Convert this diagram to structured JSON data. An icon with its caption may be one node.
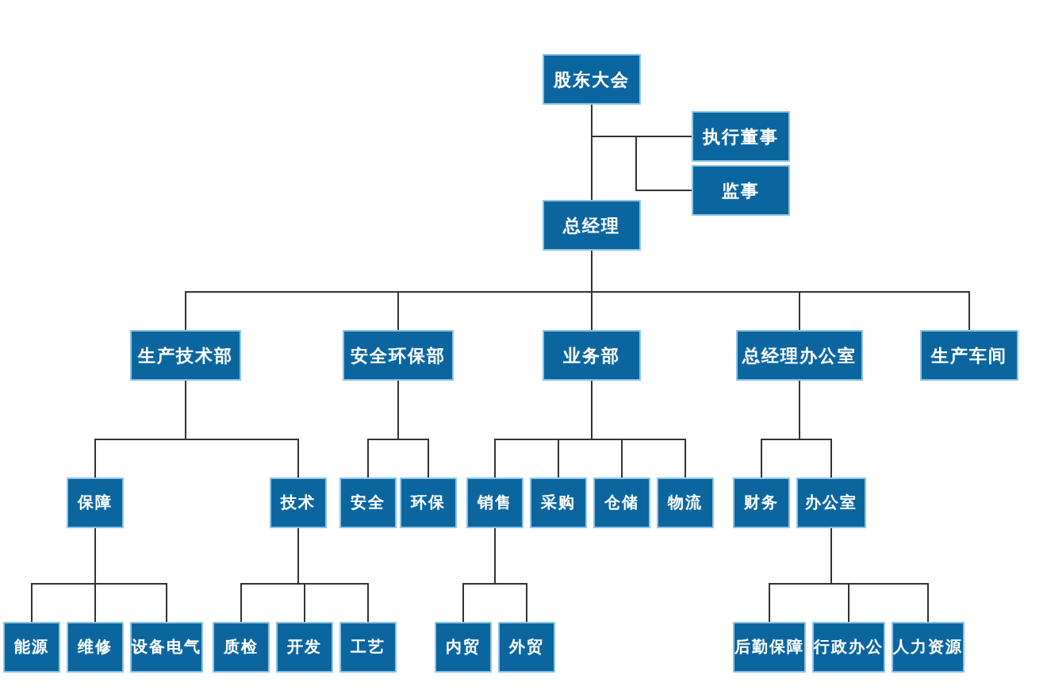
{
  "diagram": {
    "nodes": [
      {
        "text": [
          "股东大会"
        ]
      },
      {
        "text": [
          "执行董事"
        ]
      },
      {
        "text": [
          "监事"
        ]
      },
      {
        "text": [
          "总经理"
        ]
      },
      {
        "text": [
          "生产技术部"
        ]
      },
      {
        "text": [
          "安全环保部"
        ]
      },
      {
        "text": [
          "业务部"
        ]
      },
      {
        "text": [
          "总经理办公室"
        ]
      },
      {
        "text": [
          "生产车间"
        ]
      },
      {
        "text": [
          "保障"
        ]
      },
      {
        "text": [
          "技术"
        ]
      },
      {
        "text": [
          "安全"
        ]
      },
      {
        "text": [
          "环保"
        ]
      },
      {
        "text": [
          "销售"
        ]
      },
      {
        "text": [
          "采购"
        ]
      },
      {
        "text": [
          "仓储"
        ]
      },
      {
        "text": [
          "物流"
        ]
      },
      {
        "text": [
          "财务"
        ]
      },
      {
        "text": [
          "办公室"
        ]
      },
      {
        "text": [
          "能源"
        ]
      },
      {
        "text": [
          "维修"
        ]
      },
      {
        "text": [
          "设备电气"
        ]
      },
      {
        "text": [
          "质检"
        ]
      },
      {
        "text": [
          "开发"
        ]
      },
      {
        "text": [
          "工艺"
        ]
      },
      {
        "text": [
          "内贸"
        ]
      },
      {
        "text": [
          "外贸"
        ]
      },
      {
        "text": [
          "后勤保障"
        ]
      },
      {
        "text": [
          "行政办公"
        ]
      },
      {
        "text": [
          "人力资源"
        ]
      }
    ],
    "edges": [
      {
        "from": 0,
        "to": 3,
        "arrow": "none"
      },
      {
        "from": 0,
        "to": 1,
        "arrow": "none"
      },
      {
        "from": 0,
        "to": 2,
        "arrow": "none"
      },
      {
        "from": 3,
        "to": 4,
        "arrow": "none"
      },
      {
        "from": 3,
        "to": 5,
        "arrow": "none"
      },
      {
        "from": 3,
        "to": 6,
        "arrow": "none"
      },
      {
        "from": 3,
        "to": 7,
        "arrow": "none"
      },
      {
        "from": 3,
        "to": 8,
        "arrow": "none"
      },
      {
        "from": 4,
        "to": 9,
        "arrow": "none"
      },
      {
        "from": 4,
        "to": 10,
        "arrow": "none"
      },
      {
        "from": 5,
        "to": 11,
        "arrow": "none"
      },
      {
        "from": 5,
        "to": 12,
        "arrow": "none"
      },
      {
        "from": 6,
        "to": 13,
        "arrow": "none"
      },
      {
        "from": 6,
        "to": 14,
        "arrow": "none"
      },
      {
        "from": 6,
        "to": 15,
        "arrow": "none"
      },
      {
        "from": 6,
        "to": 16,
        "arrow": "none"
      },
      {
        "from": 7,
        "to": 17,
        "arrow": "none"
      },
      {
        "from": 7,
        "to": 18,
        "arrow": "none"
      },
      {
        "from": 9,
        "to": 19,
        "arrow": "none"
      },
      {
        "from": 9,
        "to": 20,
        "arrow": "none"
      },
      {
        "from": 9,
        "to": 21,
        "arrow": "none"
      },
      {
        "from": 10,
        "to": 22,
        "arrow": "none"
      },
      {
        "from": 10,
        "to": 23,
        "arrow": "none"
      },
      {
        "from": 10,
        "to": 24,
        "arrow": "none"
      },
      {
        "from": 13,
        "to": 25,
        "arrow": "none"
      },
      {
        "from": 13,
        "to": 26,
        "arrow": "none"
      },
      {
        "from": 18,
        "to": 27,
        "arrow": "none"
      },
      {
        "from": 18,
        "to": 28,
        "arrow": "none"
      },
      {
        "from": 18,
        "to": 29,
        "arrow": "none"
      }
    ]
  }
}
